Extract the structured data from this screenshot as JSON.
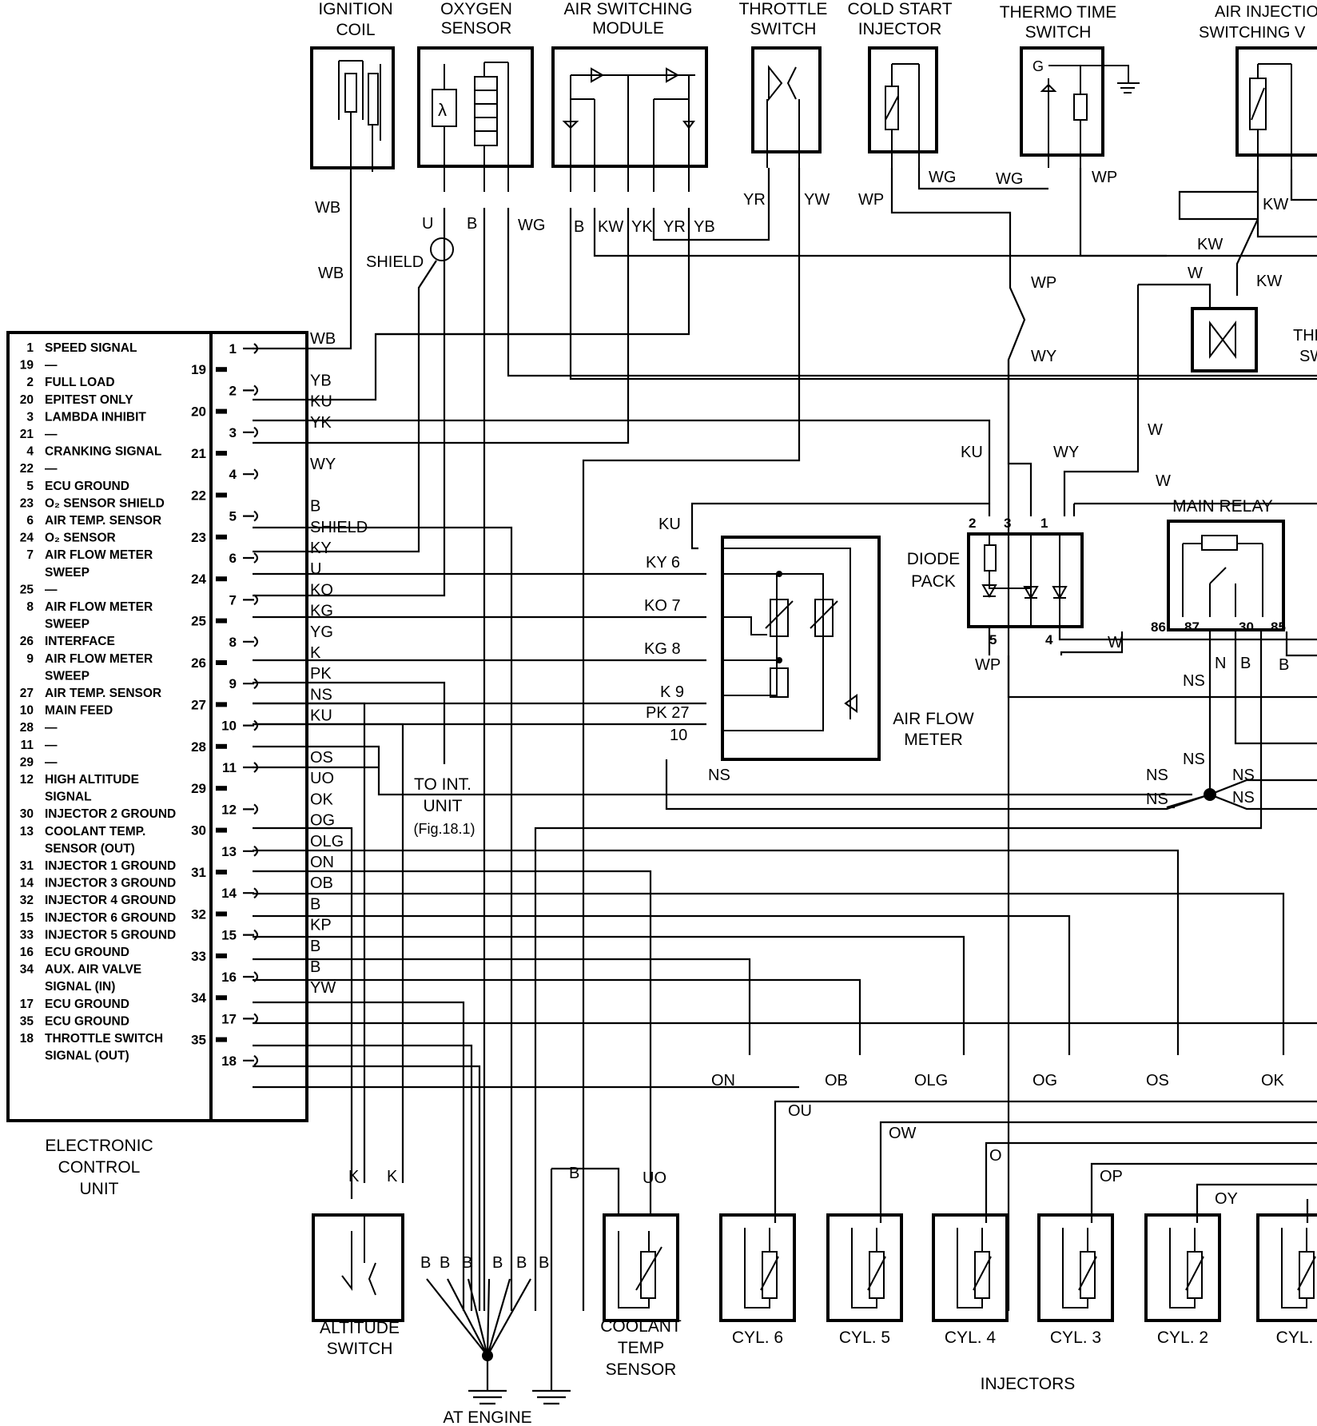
{
  "components": {
    "ignition_coil": [
      "IGNITION",
      "COIL"
    ],
    "oxygen_sensor": [
      "OXYGEN",
      "SENSOR"
    ],
    "air_switching_module": [
      "AIR SWITCHING",
      "MODULE"
    ],
    "throttle_switch": [
      "THROTTLE",
      "SWITCH"
    ],
    "cold_start_injector": [
      "COLD START",
      "INJECTOR"
    ],
    "thermo_time_switch": [
      "THERMO TIME",
      "SWITCH"
    ],
    "air_injection_valve": [
      "AIR INJECTIO",
      "SWITCHING V"
    ],
    "thermo_switch": [
      "THER",
      "SWIT"
    ],
    "diode_pack": [
      "DIODE",
      "PACK"
    ],
    "main_relay": "MAIN RELAY",
    "air_flow_meter": [
      "AIR FLOW",
      "METER"
    ],
    "ecu": [
      "ELECTRONIC",
      "CONTROL",
      "UNIT"
    ],
    "to_int_unit": [
      "TO INT.",
      "UNIT",
      "(Fig.18.1)"
    ],
    "altitude_switch": [
      "ALTITUDE",
      "SWITCH"
    ],
    "coolant_temp_sensor": [
      "COOLANT",
      "TEMP",
      "SENSOR"
    ],
    "at_engine": "AT ENGINE",
    "injectors": "INJECTORS",
    "shield": "SHIELD",
    "cylinders": [
      "CYL. 6",
      "CYL. 5",
      "CYL. 4",
      "CYL. 3",
      "CYL. 2",
      "CYL."
    ]
  },
  "ecu_pin_list": [
    [
      "1",
      "SPEED SIGNAL"
    ],
    [
      "19",
      "—"
    ],
    [
      "2",
      "FULL LOAD"
    ],
    [
      "20",
      "EPITEST ONLY"
    ],
    [
      "3",
      "LAMBDA INHIBIT"
    ],
    [
      "21",
      "—"
    ],
    [
      "4",
      "CRANKING SIGNAL"
    ],
    [
      "22",
      "—"
    ],
    [
      "5",
      "ECU GROUND"
    ],
    [
      "23",
      "O₂ SENSOR SHIELD"
    ],
    [
      "6",
      "AIR TEMP. SENSOR"
    ],
    [
      "24",
      "O₂ SENSOR"
    ],
    [
      "7",
      "AIR FLOW METER"
    ],
    [
      "",
      "SWEEP"
    ],
    [
      "25",
      "—"
    ],
    [
      "8",
      "AIR FLOW METER"
    ],
    [
      "",
      "SWEEP"
    ],
    [
      "26",
      "INTERFACE"
    ],
    [
      "9",
      "AIR FLOW METER"
    ],
    [
      "",
      "SWEEP"
    ],
    [
      "27",
      "AIR TEMP. SENSOR"
    ],
    [
      "10",
      "MAIN FEED"
    ],
    [
      "28",
      "—"
    ],
    [
      "11",
      "—"
    ],
    [
      "29",
      "—"
    ],
    [
      "12",
      "HIGH ALTITUDE"
    ],
    [
      "",
      "SIGNAL"
    ],
    [
      "30",
      "INJECTOR 2 GROUND"
    ],
    [
      "13",
      "COOLANT TEMP."
    ],
    [
      "",
      "SENSOR (OUT)"
    ],
    [
      "31",
      "INJECTOR 1 GROUND"
    ],
    [
      "14",
      "INJECTOR 3 GROUND"
    ],
    [
      "32",
      "INJECTOR 4 GROUND"
    ],
    [
      "15",
      "INJECTOR 6 GROUND"
    ],
    [
      "33",
      "INJECTOR 5 GROUND"
    ],
    [
      "16",
      "ECU GROUND"
    ],
    [
      "34",
      "AUX. AIR VALVE"
    ],
    [
      "",
      "SIGNAL (IN)"
    ],
    [
      "17",
      "ECU GROUND"
    ],
    [
      "35",
      "ECU GROUND"
    ],
    [
      "18",
      "THROTTLE SWITCH"
    ],
    [
      "",
      "SIGNAL (OUT)"
    ]
  ],
  "ecu_terminals_right": [
    "1",
    "19",
    "2",
    "20",
    "3",
    "21",
    "4",
    "22",
    "5",
    "23",
    "6",
    "24",
    "7",
    "25",
    "8",
    "26",
    "9",
    "27",
    "10",
    "28",
    "11",
    "29",
    "12",
    "30",
    "13",
    "31",
    "14",
    "32",
    "15",
    "33",
    "16",
    "34",
    "17",
    "35",
    "18"
  ],
  "ecu_wire_colors": [
    "WB",
    "YB",
    "KU",
    "YK",
    "WY",
    "B",
    "SHIELD",
    "KY",
    "U",
    "KO",
    "KG",
    "YG",
    "K",
    "PK",
    "NS",
    "KU",
    "OS",
    "UO",
    "OK",
    "OG",
    "OLG",
    "ON",
    "OB",
    "B",
    "KP",
    "B",
    "B",
    "YW"
  ],
  "wire_labels": {
    "top": [
      "WB",
      "WB",
      "U",
      "B",
      "WG",
      "B",
      "KW",
      "YK",
      "YR",
      "YB",
      "YR",
      "YW",
      "WP",
      "WG",
      "WG",
      "WP",
      "WP",
      "WY",
      "KW",
      "KW",
      "W",
      "KW"
    ],
    "afm": [
      "KU",
      "KY 6",
      "KO 7",
      "KG 8",
      "K 9",
      "PK 27",
      "10",
      "NS"
    ],
    "relay": [
      "KU",
      "WY",
      "W",
      "W",
      "86",
      "87",
      "30",
      "85",
      "N",
      "B",
      "NS",
      "B",
      "W",
      "WP",
      "NS",
      "NS",
      "NS",
      "NS",
      "NS"
    ],
    "diode_pins": [
      "2",
      "3",
      "1",
      "5",
      "4"
    ],
    "injector_top": [
      "ON",
      "OB",
      "OLG",
      "OG",
      "OS",
      "OK"
    ],
    "injector_supply": [
      "OU",
      "OW",
      "O",
      "OP",
      "OY"
    ],
    "lower": [
      "K",
      "K",
      "B",
      "UO",
      "B",
      "B",
      "B",
      "B",
      "B",
      "B"
    ]
  }
}
